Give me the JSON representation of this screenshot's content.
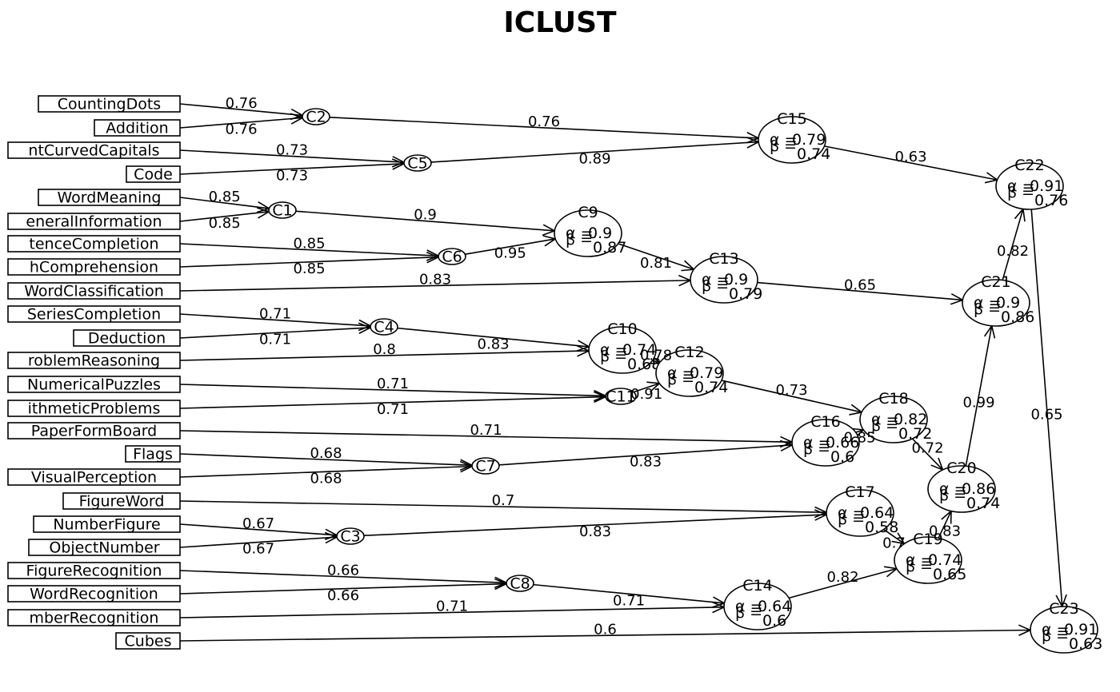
{
  "title": "ICLUST",
  "items": [
    {
      "id": "CountingDots",
      "label": "CountingDots"
    },
    {
      "id": "Addition",
      "label": "Addition"
    },
    {
      "id": "StraightCurvedCapitals",
      "label": "ntCurvedCapitals"
    },
    {
      "id": "Code",
      "label": "Code"
    },
    {
      "id": "WordMeaning",
      "label": "WordMeaning"
    },
    {
      "id": "GeneralInformation",
      "label": "eneralInformation"
    },
    {
      "id": "SentenceCompletion",
      "label": "tenceCompletion"
    },
    {
      "id": "ParagraphComprehension",
      "label": "hComprehension"
    },
    {
      "id": "WordClassification",
      "label": "WordClassification"
    },
    {
      "id": "SeriesCompletion",
      "label": "SeriesCompletion"
    },
    {
      "id": "Deduction",
      "label": "Deduction"
    },
    {
      "id": "ProblemReasoning",
      "label": "roblemReasoning"
    },
    {
      "id": "NumericalPuzzles",
      "label": "NumericalPuzzles"
    },
    {
      "id": "ArithmeticProblems",
      "label": "ithmeticProblems"
    },
    {
      "id": "PaperFormBoard",
      "label": "PaperFormBoard"
    },
    {
      "id": "Flags",
      "label": "Flags"
    },
    {
      "id": "VisualPerception",
      "label": "VisualPerception"
    },
    {
      "id": "FigureWord",
      "label": "FigureWord"
    },
    {
      "id": "NumberFigure",
      "label": "NumberFigure"
    },
    {
      "id": "ObjectNumber",
      "label": "ObjectNumber"
    },
    {
      "id": "FigureRecognition",
      "label": "FigureRecognition"
    },
    {
      "id": "WordRecognition",
      "label": "WordRecognition"
    },
    {
      "id": "NumberRecognition",
      "label": "mberRecognition"
    },
    {
      "id": "Cubes",
      "label": "Cubes"
    }
  ],
  "clusters": [
    {
      "id": "C1",
      "label": "C1"
    },
    {
      "id": "C2",
      "label": "C2"
    },
    {
      "id": "C3",
      "label": "C3"
    },
    {
      "id": "C4",
      "label": "C4"
    },
    {
      "id": "C5",
      "label": "C5"
    },
    {
      "id": "C6",
      "label": "C6"
    },
    {
      "id": "C7",
      "label": "C7"
    },
    {
      "id": "C8",
      "label": "C8"
    },
    {
      "id": "C9",
      "label": "C9",
      "alpha": "0.9",
      "beta": "0.87"
    },
    {
      "id": "C10",
      "label": "C10",
      "alpha": "0.74",
      "beta": "0.68"
    },
    {
      "id": "C11",
      "label": "C11"
    },
    {
      "id": "C12",
      "label": "C12",
      "alpha": "0.79",
      "beta": "0.74"
    },
    {
      "id": "C13",
      "label": "C13",
      "alpha": "0.9",
      "beta": "0.79"
    },
    {
      "id": "C14",
      "label": "C14",
      "alpha": "0.64",
      "beta": "0.6"
    },
    {
      "id": "C15",
      "label": "C15",
      "alpha": "0.79",
      "beta": "0.74"
    },
    {
      "id": "C16",
      "label": "C16",
      "alpha": "0.66",
      "beta": "0.6"
    },
    {
      "id": "C17",
      "label": "C17",
      "alpha": "0.64",
      "beta": "0.58"
    },
    {
      "id": "C18",
      "label": "C18",
      "alpha": "0.82",
      "beta": "0.72"
    },
    {
      "id": "C19",
      "label": "C19",
      "alpha": "0.74",
      "beta": "0.65"
    },
    {
      "id": "C20",
      "label": "C20",
      "alpha": "0.86",
      "beta": "0.74"
    },
    {
      "id": "C21",
      "label": "C21",
      "alpha": "0.9",
      "beta": "0.86"
    },
    {
      "id": "C22",
      "label": "C22",
      "alpha": "0.91",
      "beta": "0.76"
    },
    {
      "id": "C23",
      "label": "C23",
      "alpha": "0.91",
      "beta": "0.63"
    }
  ],
  "stat_glyphs": {
    "alpha": "α =",
    "beta": "β ="
  },
  "edges": [
    {
      "from": "CountingDots",
      "to": "C2",
      "label": "0.76"
    },
    {
      "from": "Addition",
      "to": "C2",
      "label": "0.76"
    },
    {
      "from": "StraightCurvedCapitals",
      "to": "C5",
      "label": "0.73"
    },
    {
      "from": "Code",
      "to": "C5",
      "label": "0.73"
    },
    {
      "from": "WordMeaning",
      "to": "C1",
      "label": "0.85"
    },
    {
      "from": "GeneralInformation",
      "to": "C1",
      "label": "0.85"
    },
    {
      "from": "SentenceCompletion",
      "to": "C6",
      "label": "0.85"
    },
    {
      "from": "ParagraphComprehension",
      "to": "C6",
      "label": "0.85"
    },
    {
      "from": "WordClassification",
      "to": "C13",
      "label": "0.83"
    },
    {
      "from": "SeriesCompletion",
      "to": "C4",
      "label": "0.71"
    },
    {
      "from": "Deduction",
      "to": "C4",
      "label": "0.71"
    },
    {
      "from": "ProblemReasoning",
      "to": "C10",
      "label": "0.8"
    },
    {
      "from": "NumericalPuzzles",
      "to": "C11",
      "label": "0.71"
    },
    {
      "from": "ArithmeticProblems",
      "to": "C11",
      "label": "0.71"
    },
    {
      "from": "PaperFormBoard",
      "to": "C16",
      "label": "0.71"
    },
    {
      "from": "Flags",
      "to": "C7",
      "label": "0.68"
    },
    {
      "from": "VisualPerception",
      "to": "C7",
      "label": "0.68"
    },
    {
      "from": "FigureWord",
      "to": "C17",
      "label": "0.7"
    },
    {
      "from": "NumberFigure",
      "to": "C3",
      "label": "0.67"
    },
    {
      "from": "ObjectNumber",
      "to": "C3",
      "label": "0.67"
    },
    {
      "from": "FigureRecognition",
      "to": "C8",
      "label": "0.66"
    },
    {
      "from": "WordRecognition",
      "to": "C8",
      "label": "0.66"
    },
    {
      "from": "NumberRecognition",
      "to": "C14",
      "label": "0.71"
    },
    {
      "from": "Cubes",
      "to": "C23",
      "label": "0.6"
    },
    {
      "from": "C2",
      "to": "C15",
      "label": "0.76"
    },
    {
      "from": "C5",
      "to": "C15",
      "label": "0.89"
    },
    {
      "from": "C1",
      "to": "C9",
      "label": "0.9"
    },
    {
      "from": "C6",
      "to": "C9",
      "label": "0.95"
    },
    {
      "from": "C9",
      "to": "C13",
      "label": "0.81"
    },
    {
      "from": "C4",
      "to": "C10",
      "label": "0.83"
    },
    {
      "from": "C10",
      "to": "C12",
      "label": "0.78"
    },
    {
      "from": "C11",
      "to": "C12",
      "label": "0.91"
    },
    {
      "from": "C12",
      "to": "C18",
      "label": "0.73"
    },
    {
      "from": "C7",
      "to": "C16",
      "label": "0.83"
    },
    {
      "from": "C16",
      "to": "C18",
      "label": "0.85"
    },
    {
      "from": "C3",
      "to": "C17",
      "label": "0.83"
    },
    {
      "from": "C8",
      "to": "C14",
      "label": "0.71"
    },
    {
      "from": "C14",
      "to": "C19",
      "label": "0.82"
    },
    {
      "from": "C17",
      "to": "C19",
      "label": "0.7"
    },
    {
      "from": "C18",
      "to": "C20",
      "label": "0.72"
    },
    {
      "from": "C19",
      "to": "C20",
      "label": "0.83"
    },
    {
      "from": "C13",
      "to": "C21",
      "label": "0.65"
    },
    {
      "from": "C20",
      "to": "C21",
      "label": "0.99"
    },
    {
      "from": "C15",
      "to": "C22",
      "label": "0.63"
    },
    {
      "from": "C21",
      "to": "C22",
      "label": "0.82"
    },
    {
      "from": "C22",
      "to": "C23",
      "label": "0.65"
    }
  ]
}
